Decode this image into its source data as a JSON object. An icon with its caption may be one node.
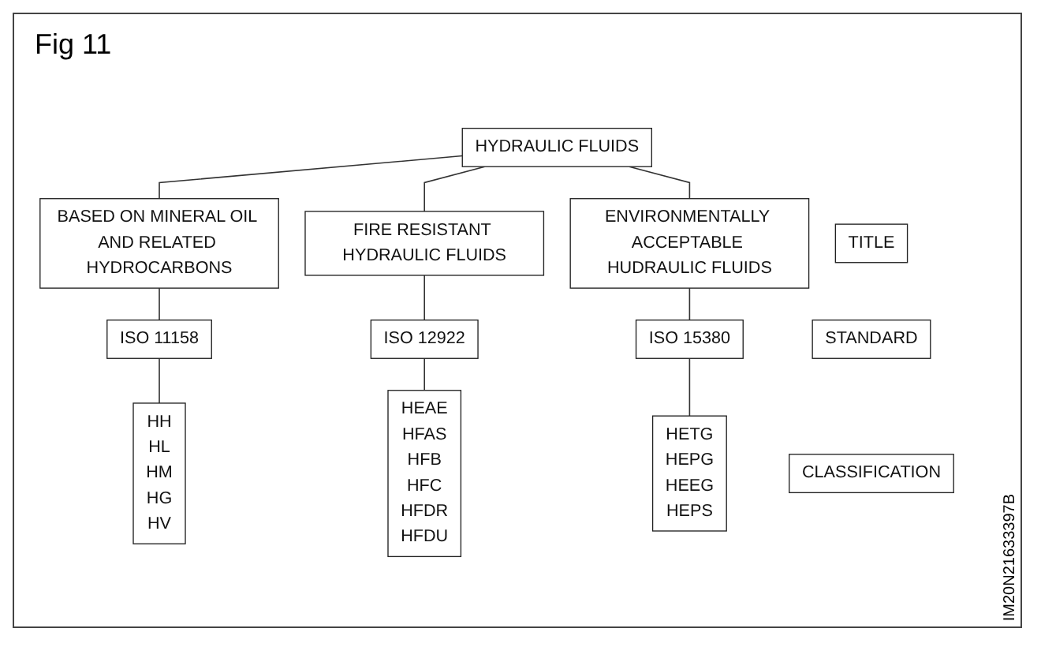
{
  "diagram": {
    "title": "Fig 11",
    "nodes": [
      {
        "text": [
          "HYDRAULIC FLUIDS"
        ]
      },
      {
        "text": [
          "TITLE"
        ]
      },
      {
        "text": [
          "BASED ON MINERAL OIL AND RELATED HYDROCARBONS"
        ]
      },
      {
        "text": [
          "FIRE RESISTANT HYDRAULIC FLUIDS"
        ]
      },
      {
        "text": [
          "ENVIRONMENTALLY ACCEPTABLE HUDRAULIC FLUIDS"
        ]
      },
      {
        "text": [
          "STANDARD"
        ]
      },
      {
        "text": [
          "ISO 11158"
        ]
      },
      {
        "text": [
          "ISO 12922"
        ]
      },
      {
        "text": [
          "ISO 15380"
        ]
      },
      {
        "text": [
          "CLASSIFICATION"
        ]
      },
      {
        "text": [
          "HH",
          "HL",
          "HM",
          "HG",
          "HV"
        ]
      },
      {
        "text": [
          "HEAE",
          "HFAS",
          "HFB",
          "HFC",
          "HFDR",
          "HFDU"
        ]
      },
      {
        "text": [
          "HETG",
          "HEPG",
          "HEEG",
          "HEPS"
        ]
      }
    ],
    "edges": [
      {
        "from": 0,
        "to": 2,
        "arrow": "none"
      },
      {
        "from": 0,
        "to": 3,
        "arrow": "none"
      },
      {
        "from": 0,
        "to": 4,
        "arrow": "none"
      },
      {
        "from": 2,
        "to": 6,
        "arrow": "none"
      },
      {
        "from": 3,
        "to": 7,
        "arrow": "none"
      },
      {
        "from": 4,
        "to": 8,
        "arrow": "none"
      },
      {
        "from": 6,
        "to": 10,
        "arrow": "none"
      },
      {
        "from": 7,
        "to": 11,
        "arrow": "none"
      },
      {
        "from": 8,
        "to": 12,
        "arrow": "none"
      }
    ],
    "labels": [
      "IM20N21633397B"
    ]
  }
}
